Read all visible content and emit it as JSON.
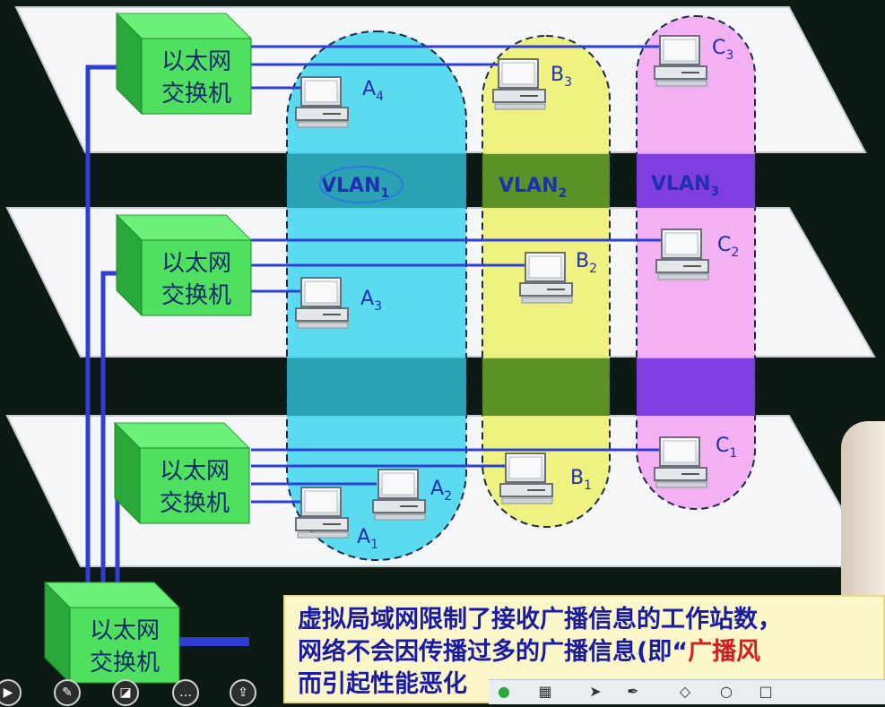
{
  "switch_label": [
    "以太网",
    "交换机"
  ],
  "vlans": [
    {
      "name": "VLAN",
      "sub": "1",
      "color": "#3fd6ee"
    },
    {
      "name": "VLAN",
      "sub": "2",
      "color": "#eef070"
    },
    {
      "name": "VLAN",
      "sub": "3",
      "color": "#f2a6f0"
    }
  ],
  "stations": {
    "A1": {
      "base": "A",
      "sub": "1"
    },
    "A2": {
      "base": "A",
      "sub": "2"
    },
    "A3": {
      "base": "A",
      "sub": "3"
    },
    "A4": {
      "base": "A",
      "sub": "4"
    },
    "B1": {
      "base": "B",
      "sub": "1"
    },
    "B2": {
      "base": "B",
      "sub": "2"
    },
    "B3": {
      "base": "B",
      "sub": "3"
    },
    "C1": {
      "base": "C",
      "sub": "1"
    },
    "C2": {
      "base": "C",
      "sub": "2"
    },
    "C3": {
      "base": "C",
      "sub": "3"
    }
  },
  "caption": {
    "line1": "虚拟局域网限制了接收广播信息的工作站数，",
    "line2_a": "网络不会因传播过多的广播信息(即“",
    "line2_highlight": "广播风",
    "line3": "而引起性能恶化"
  },
  "colors": {
    "switch": "#4fe060",
    "switch_dark": "#2aa83a",
    "floor": "#f4f6f8",
    "link": "#2f3fd6",
    "vlan_label": "#1f2fb0"
  }
}
